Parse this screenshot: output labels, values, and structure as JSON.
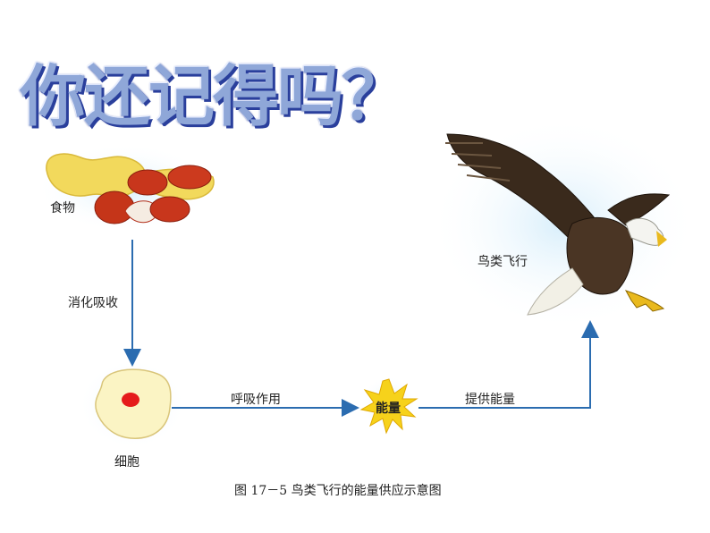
{
  "title": "你还记得吗？",
  "nodes": {
    "food": "食物",
    "cell": "细胞",
    "energy": "能量",
    "bird": "鸟类飞行"
  },
  "edges": {
    "digest": "消化吸收",
    "respiration": "呼吸作用",
    "supply": "提供能量"
  },
  "caption": "图 17－5    鸟类飞行的能量供应示意图",
  "colors": {
    "arrow": "#2b6cb0",
    "title_fill": "#8fa7d8",
    "title_outline": "#2a3f9c",
    "burst": "#f6d21b"
  }
}
